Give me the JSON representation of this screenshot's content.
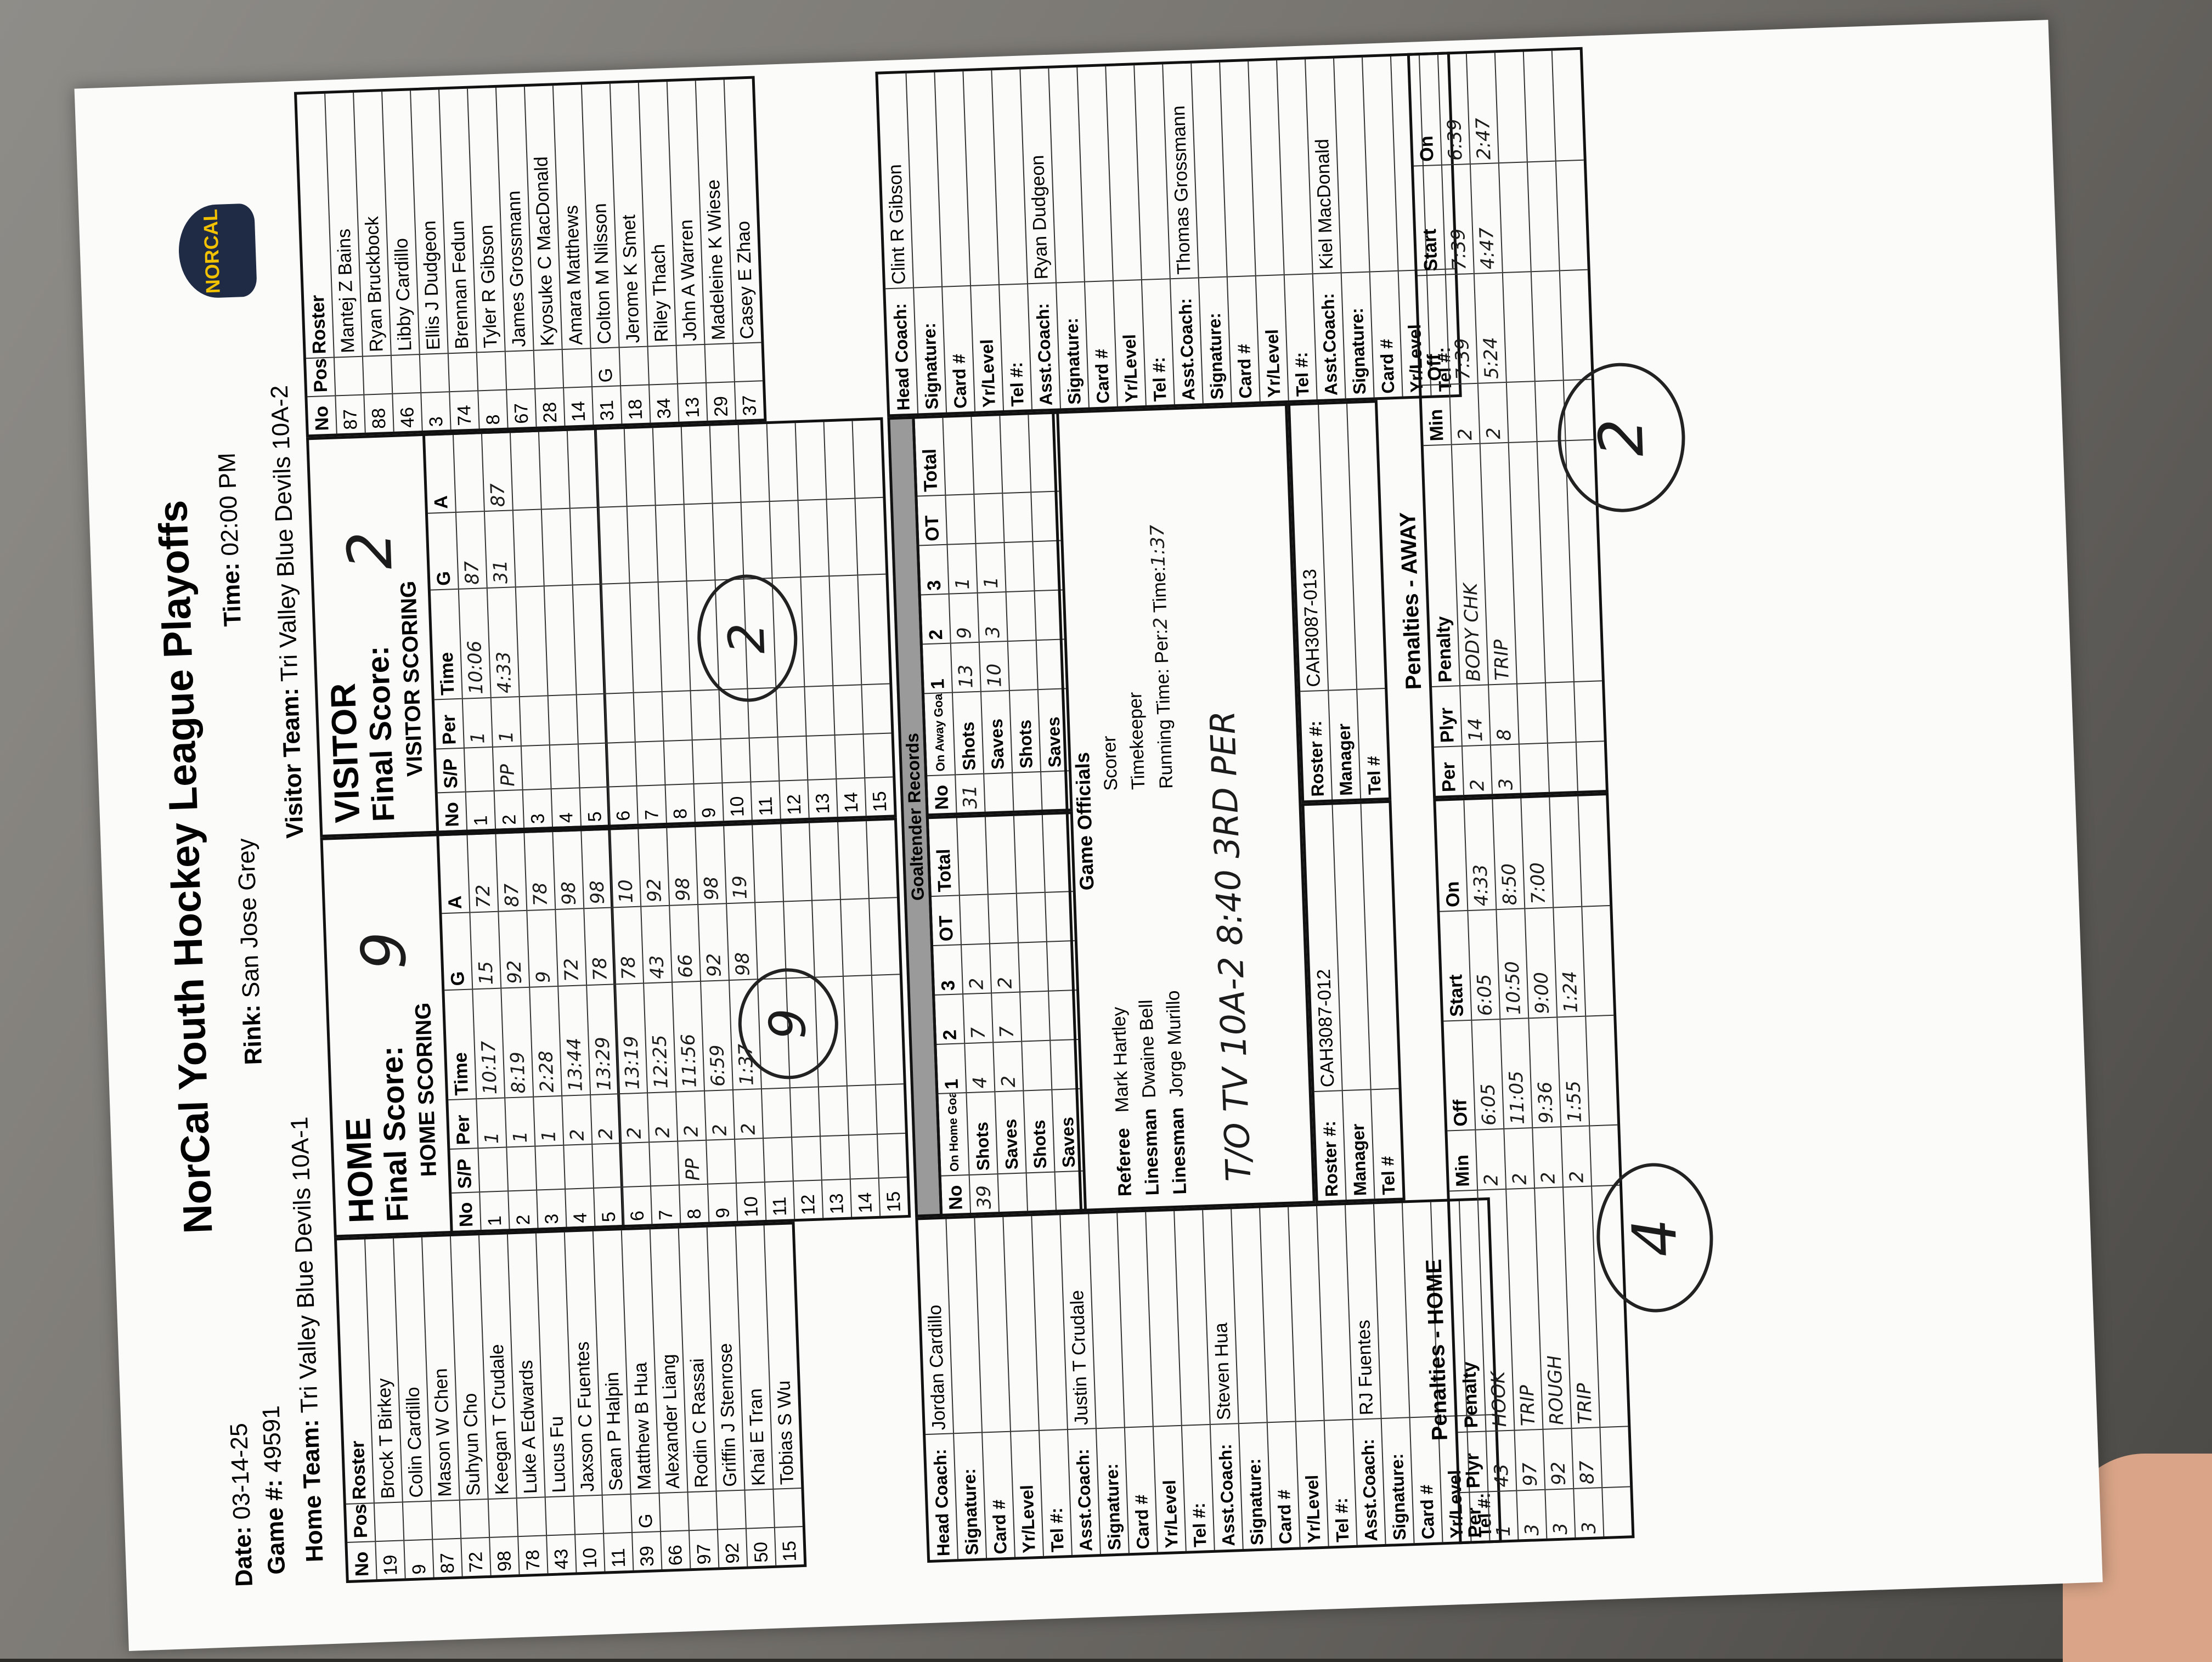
{
  "title": "NorCal Youth Hockey League Playoffs",
  "logo_text": "NORCAL",
  "header": {
    "date_label": "Date:",
    "date": "03-14-25",
    "game_label": "Game #:",
    "game": "49591",
    "home_label": "Home Team:",
    "home": "Tri Valley  Blue Devils 10A-1",
    "rink_label": "Rink:",
    "rink": "San Jose Grey",
    "time_label": "Time:",
    "time": "02:00 PM",
    "visitor_label": "Visitor Team:",
    "visitor": "Tri Valley Blue Devils 10A-2"
  },
  "cols": {
    "no": "No",
    "pos": "Pos",
    "roster": "Roster",
    "sp": "S/P",
    "per": "Per",
    "time": "Time",
    "g": "G",
    "a": "A"
  },
  "home_roster": [
    {
      "no": "19",
      "pos": "",
      "name": "Brock T Birkey"
    },
    {
      "no": "9",
      "pos": "",
      "name": "Colin Cardillo"
    },
    {
      "no": "87",
      "pos": "",
      "name": "Mason W Chen"
    },
    {
      "no": "72",
      "pos": "",
      "name": "Suhyun Cho"
    },
    {
      "no": "98",
      "pos": "",
      "name": "Keegan T Crudale"
    },
    {
      "no": "78",
      "pos": "",
      "name": "Luke A Edwards"
    },
    {
      "no": "43",
      "pos": "",
      "name": "Lucus Fu"
    },
    {
      "no": "10",
      "pos": "",
      "name": "Jaxson C Fuentes"
    },
    {
      "no": "11",
      "pos": "",
      "name": "Sean P Halpin"
    },
    {
      "no": "39",
      "pos": "G",
      "name": "Matthew B Hua"
    },
    {
      "no": "66",
      "pos": "",
      "name": "Alexander Liang"
    },
    {
      "no": "97",
      "pos": "",
      "name": "Rodin C Rassai"
    },
    {
      "no": "92",
      "pos": "",
      "name": "Griffin J Stenrose"
    },
    {
      "no": "50",
      "pos": "",
      "name": "Khai E Tran"
    },
    {
      "no": "15",
      "pos": "",
      "name": "Tobias S Wu"
    }
  ],
  "visitor_roster": [
    {
      "no": "87",
      "pos": "",
      "name": "Mantej Z Bains"
    },
    {
      "no": "88",
      "pos": "",
      "name": "Ryan Bruckbock"
    },
    {
      "no": "46",
      "pos": "",
      "name": "Libby Cardillo"
    },
    {
      "no": "3",
      "pos": "",
      "name": "Ellis J Dudgeon"
    },
    {
      "no": "74",
      "pos": "",
      "name": "Brennan Fedun"
    },
    {
      "no": "8",
      "pos": "",
      "name": "Tyler R Gibson"
    },
    {
      "no": "67",
      "pos": "",
      "name": "James Grossmann"
    },
    {
      "no": "28",
      "pos": "",
      "name": "Kyosuke C MacDonald"
    },
    {
      "no": "14",
      "pos": "",
      "name": "Amara Matthews"
    },
    {
      "no": "31",
      "pos": "G",
      "name": "Colton M Nilsson"
    },
    {
      "no": "18",
      "pos": "",
      "name": "Jerome K Smet"
    },
    {
      "no": "34",
      "pos": "",
      "name": "Riley Thach"
    },
    {
      "no": "13",
      "pos": "",
      "name": "John A Warren"
    },
    {
      "no": "29",
      "pos": "",
      "name": "Madeleine K Wiese"
    },
    {
      "no": "37",
      "pos": "",
      "name": "Casey E Zhao"
    }
  ],
  "home_block": {
    "side": "HOME",
    "final_label": "Final Score:",
    "final": "9",
    "scoring_label": "HOME SCORING"
  },
  "visitor_block": {
    "side": "VISITOR",
    "final_label": "Final Score:",
    "final": "2",
    "scoring_label": "VISITOR SCORING"
  },
  "home_scoring": [
    {
      "no": "1",
      "sp": "",
      "per": "1",
      "time": "10:17",
      "g": "15",
      "a": "72"
    },
    {
      "no": "2",
      "sp": "",
      "per": "1",
      "time": "8:19",
      "g": "92",
      "a": "87"
    },
    {
      "no": "3",
      "sp": "",
      "per": "1",
      "time": "2:28",
      "g": "9",
      "a": "78"
    },
    {
      "no": "4",
      "sp": "",
      "per": "2",
      "time": "13:44",
      "g": "72",
      "a": "98"
    },
    {
      "no": "5",
      "sp": "",
      "per": "2",
      "time": "13:29",
      "g": "78",
      "a": "98"
    },
    {
      "no": "6",
      "sp": "",
      "per": "2",
      "time": "13:19",
      "g": "78",
      "a": "10"
    },
    {
      "no": "7",
      "sp": "",
      "per": "2",
      "time": "12:25",
      "g": "43",
      "a": "92"
    },
    {
      "no": "8",
      "sp": "PP",
      "per": "2",
      "time": "11:56",
      "g": "66",
      "a": "98"
    },
    {
      "no": "9",
      "sp": "",
      "per": "2",
      "time": "6:59",
      "g": "92",
      "a": "98"
    },
    {
      "no": "10",
      "sp": "",
      "per": "2",
      "time": "1:37",
      "g": "98",
      "a": "19"
    },
    {
      "no": "11",
      "sp": "",
      "per": "",
      "time": "",
      "g": "",
      "a": ""
    },
    {
      "no": "12",
      "sp": "",
      "per": "",
      "time": "",
      "g": "",
      "a": ""
    },
    {
      "no": "13",
      "sp": "",
      "per": "",
      "time": "",
      "g": "",
      "a": ""
    },
    {
      "no": "14",
      "sp": "",
      "per": "",
      "time": "",
      "g": "",
      "a": ""
    },
    {
      "no": "15",
      "sp": "",
      "per": "",
      "time": "",
      "g": "",
      "a": ""
    }
  ],
  "visitor_scoring": [
    {
      "no": "1",
      "sp": "",
      "per": "1",
      "time": "10:06",
      "g": "87",
      "a": ""
    },
    {
      "no": "2",
      "sp": "PP",
      "per": "1",
      "time": "4:33",
      "g": "31",
      "a": "87"
    },
    {
      "no": "3",
      "sp": "",
      "per": "",
      "time": "",
      "g": "",
      "a": ""
    },
    {
      "no": "4",
      "sp": "",
      "per": "",
      "time": "",
      "g": "",
      "a": ""
    },
    {
      "no": "5",
      "sp": "",
      "per": "",
      "time": "",
      "g": "",
      "a": ""
    },
    {
      "no": "6",
      "sp": "",
      "per": "",
      "time": "",
      "g": "",
      "a": ""
    },
    {
      "no": "7",
      "sp": "",
      "per": "",
      "time": "",
      "g": "",
      "a": ""
    },
    {
      "no": "8",
      "sp": "",
      "per": "",
      "time": "",
      "g": "",
      "a": ""
    },
    {
      "no": "9",
      "sp": "",
      "per": "",
      "time": "",
      "g": "",
      "a": ""
    },
    {
      "no": "10",
      "sp": "",
      "per": "",
      "time": "",
      "g": "",
      "a": ""
    },
    {
      "no": "11",
      "sp": "",
      "per": "",
      "time": "",
      "g": "",
      "a": ""
    },
    {
      "no": "12",
      "sp": "",
      "per": "",
      "time": "",
      "g": "",
      "a": ""
    },
    {
      "no": "13",
      "sp": "",
      "per": "",
      "time": "",
      "g": "",
      "a": ""
    },
    {
      "no": "14",
      "sp": "",
      "per": "",
      "time": "",
      "g": "",
      "a": ""
    },
    {
      "no": "15",
      "sp": "",
      "per": "",
      "time": "",
      "g": "",
      "a": ""
    }
  ],
  "goalie": {
    "header": "Goaltender Records",
    "cols": [
      "No",
      "1",
      "2",
      "3",
      "OT",
      "Total"
    ],
    "home_goalie_label": "On Home Goalie",
    "away_goalie_label": "On Away Goalie",
    "home": [
      {
        "label": "Shots",
        "no": "39",
        "p1": "4",
        "p2": "7",
        "p3": "2",
        "ot": "",
        "total": ""
      },
      {
        "label": "Saves",
        "no": "",
        "p1": "2",
        "p2": "7",
        "p3": "2",
        "ot": "",
        "total": ""
      },
      {
        "label": "Shots",
        "no": "",
        "p1": "",
        "p2": "",
        "p3": "",
        "ot": "",
        "total": ""
      },
      {
        "label": "Saves",
        "no": "",
        "p1": "",
        "p2": "",
        "p3": "",
        "ot": "",
        "total": ""
      }
    ],
    "away": [
      {
        "label": "Shots",
        "no": "31",
        "p1": "13",
        "p2": "9",
        "p3": "1",
        "ot": "",
        "total": ""
      },
      {
        "label": "Saves",
        "no": "",
        "p1": "10",
        "p2": "3",
        "p3": "1",
        "ot": "",
        "total": ""
      },
      {
        "label": "Shots",
        "no": "",
        "p1": "",
        "p2": "",
        "p3": "",
        "ot": "",
        "total": ""
      },
      {
        "label": "Saves",
        "no": "",
        "p1": "",
        "p2": "",
        "p3": "",
        "ot": "",
        "total": ""
      }
    ]
  },
  "officials": {
    "header": "Game Officials",
    "referee_label": "Referee",
    "referee": "Mark Hartley",
    "linesman1_label": "Linesman",
    "linesman1": "Dwaine Bell",
    "linesman2_label": "Linesman",
    "linesman2": "Jorge Murillo",
    "scorer_label": "Scorer",
    "timekeeper_label": "Timekeeper",
    "running_label": "Running Time:",
    "per_label": "Per:",
    "per": "2",
    "time_label": "Time:",
    "time": "1:37",
    "note": "T/O TV 10A-2 8:40 3RD PER"
  },
  "home_staff": [
    {
      "label": "Head Coach:",
      "value": "Jordan Cardillo"
    },
    {
      "label": "Signature:",
      "value": ""
    },
    {
      "label": "Card #",
      "value": ""
    },
    {
      "label": "Yr/Level",
      "value": ""
    },
    {
      "label": "Tel #:",
      "value": ""
    },
    {
      "label": "Asst.Coach:",
      "value": "Justin T Crudale"
    },
    {
      "label": "Signature:",
      "value": ""
    },
    {
      "label": "Card #",
      "value": ""
    },
    {
      "label": "Yr/Level",
      "value": ""
    },
    {
      "label": "Tel #:",
      "value": ""
    },
    {
      "label": "Asst.Coach:",
      "value": "Steven Hua"
    },
    {
      "label": "Signature:",
      "value": ""
    },
    {
      "label": "Card #",
      "value": ""
    },
    {
      "label": "Yr/Level",
      "value": ""
    },
    {
      "label": "Tel #:",
      "value": ""
    },
    {
      "label": "Asst.Coach:",
      "value": "RJ Fuentes"
    },
    {
      "label": "Signature:",
      "value": ""
    },
    {
      "label": "Card #",
      "value": ""
    },
    {
      "label": "Yr/Level",
      "value": ""
    },
    {
      "label": "Tel #:",
      "value": ""
    }
  ],
  "visitor_staff": [
    {
      "label": "Head Coach:",
      "value": "Clint R Gibson"
    },
    {
      "label": "Signature:",
      "value": ""
    },
    {
      "label": "Card #",
      "value": ""
    },
    {
      "label": "Yr/Level",
      "value": ""
    },
    {
      "label": "Tel #:",
      "value": ""
    },
    {
      "label": "Asst.Coach:",
      "value": "Ryan Dudgeon"
    },
    {
      "label": "Signature:",
      "value": ""
    },
    {
      "label": "Card #",
      "value": ""
    },
    {
      "label": "Yr/Level",
      "value": ""
    },
    {
      "label": "Tel #:",
      "value": ""
    },
    {
      "label": "Asst.Coach:",
      "value": "Thomas Grossmann"
    },
    {
      "label": "Signature:",
      "value": ""
    },
    {
      "label": "Card #",
      "value": ""
    },
    {
      "label": "Yr/Level",
      "value": ""
    },
    {
      "label": "Tel #:",
      "value": ""
    },
    {
      "label": "Asst.Coach:",
      "value": "Kiel MacDonald"
    },
    {
      "label": "Signature:",
      "value": ""
    },
    {
      "label": "Card #",
      "value": ""
    },
    {
      "label": "Yr/Level",
      "value": ""
    },
    {
      "label": "Tel #:",
      "value": ""
    }
  ],
  "home_mgr": {
    "roster_label": "Roster #:",
    "roster": "CAH3087-012",
    "manager_label": "Manager",
    "tel_label": "Tel #"
  },
  "visitor_mgr": {
    "roster_label": "Roster #:",
    "roster": "CAH3087-013",
    "manager_label": "Manager",
    "tel_label": "Tel #"
  },
  "pen_cols": {
    "per": "Per",
    "plyr": "Plyr",
    "penalty": "Penalty",
    "min": "Min",
    "off": "Off",
    "start": "Start",
    "on": "On"
  },
  "home_pen_title": "Penalties - HOME",
  "visitor_pen_title": "Penalties - AWAY",
  "home_penalties": [
    {
      "per": "1",
      "plyr": "43",
      "penalty": "HOOK",
      "min": "2",
      "off": "6:05",
      "start": "6:05",
      "on": "4:33"
    },
    {
      "per": "3",
      "plyr": "97",
      "penalty": "TRIP",
      "min": "2",
      "off": "11:05",
      "start": "10:50",
      "on": "8:50"
    },
    {
      "per": "3",
      "plyr": "92",
      "penalty": "ROUGH",
      "min": "2",
      "off": "9:36",
      "start": "9:00",
      "on": "7:00"
    },
    {
      "per": "3",
      "plyr": "87",
      "penalty": "TRIP",
      "min": "2",
      "off": "1:55",
      "start": "1:24",
      "on": ""
    }
  ],
  "visitor_penalties": [
    {
      "per": "2",
      "plyr": "14",
      "penalty": "BODY CHK",
      "min": "2",
      "off": "7:39",
      "start": "7:39",
      "on": "6:39"
    },
    {
      "per": "3",
      "plyr": "8",
      "penalty": "TRIP",
      "min": "2",
      "off": "5:24",
      "start": "4:47",
      "on": "2:47"
    }
  ],
  "circled_home": "9",
  "circled_visitor": "2",
  "circled_home_pen": "4",
  "circled_visitor_pen": "2"
}
